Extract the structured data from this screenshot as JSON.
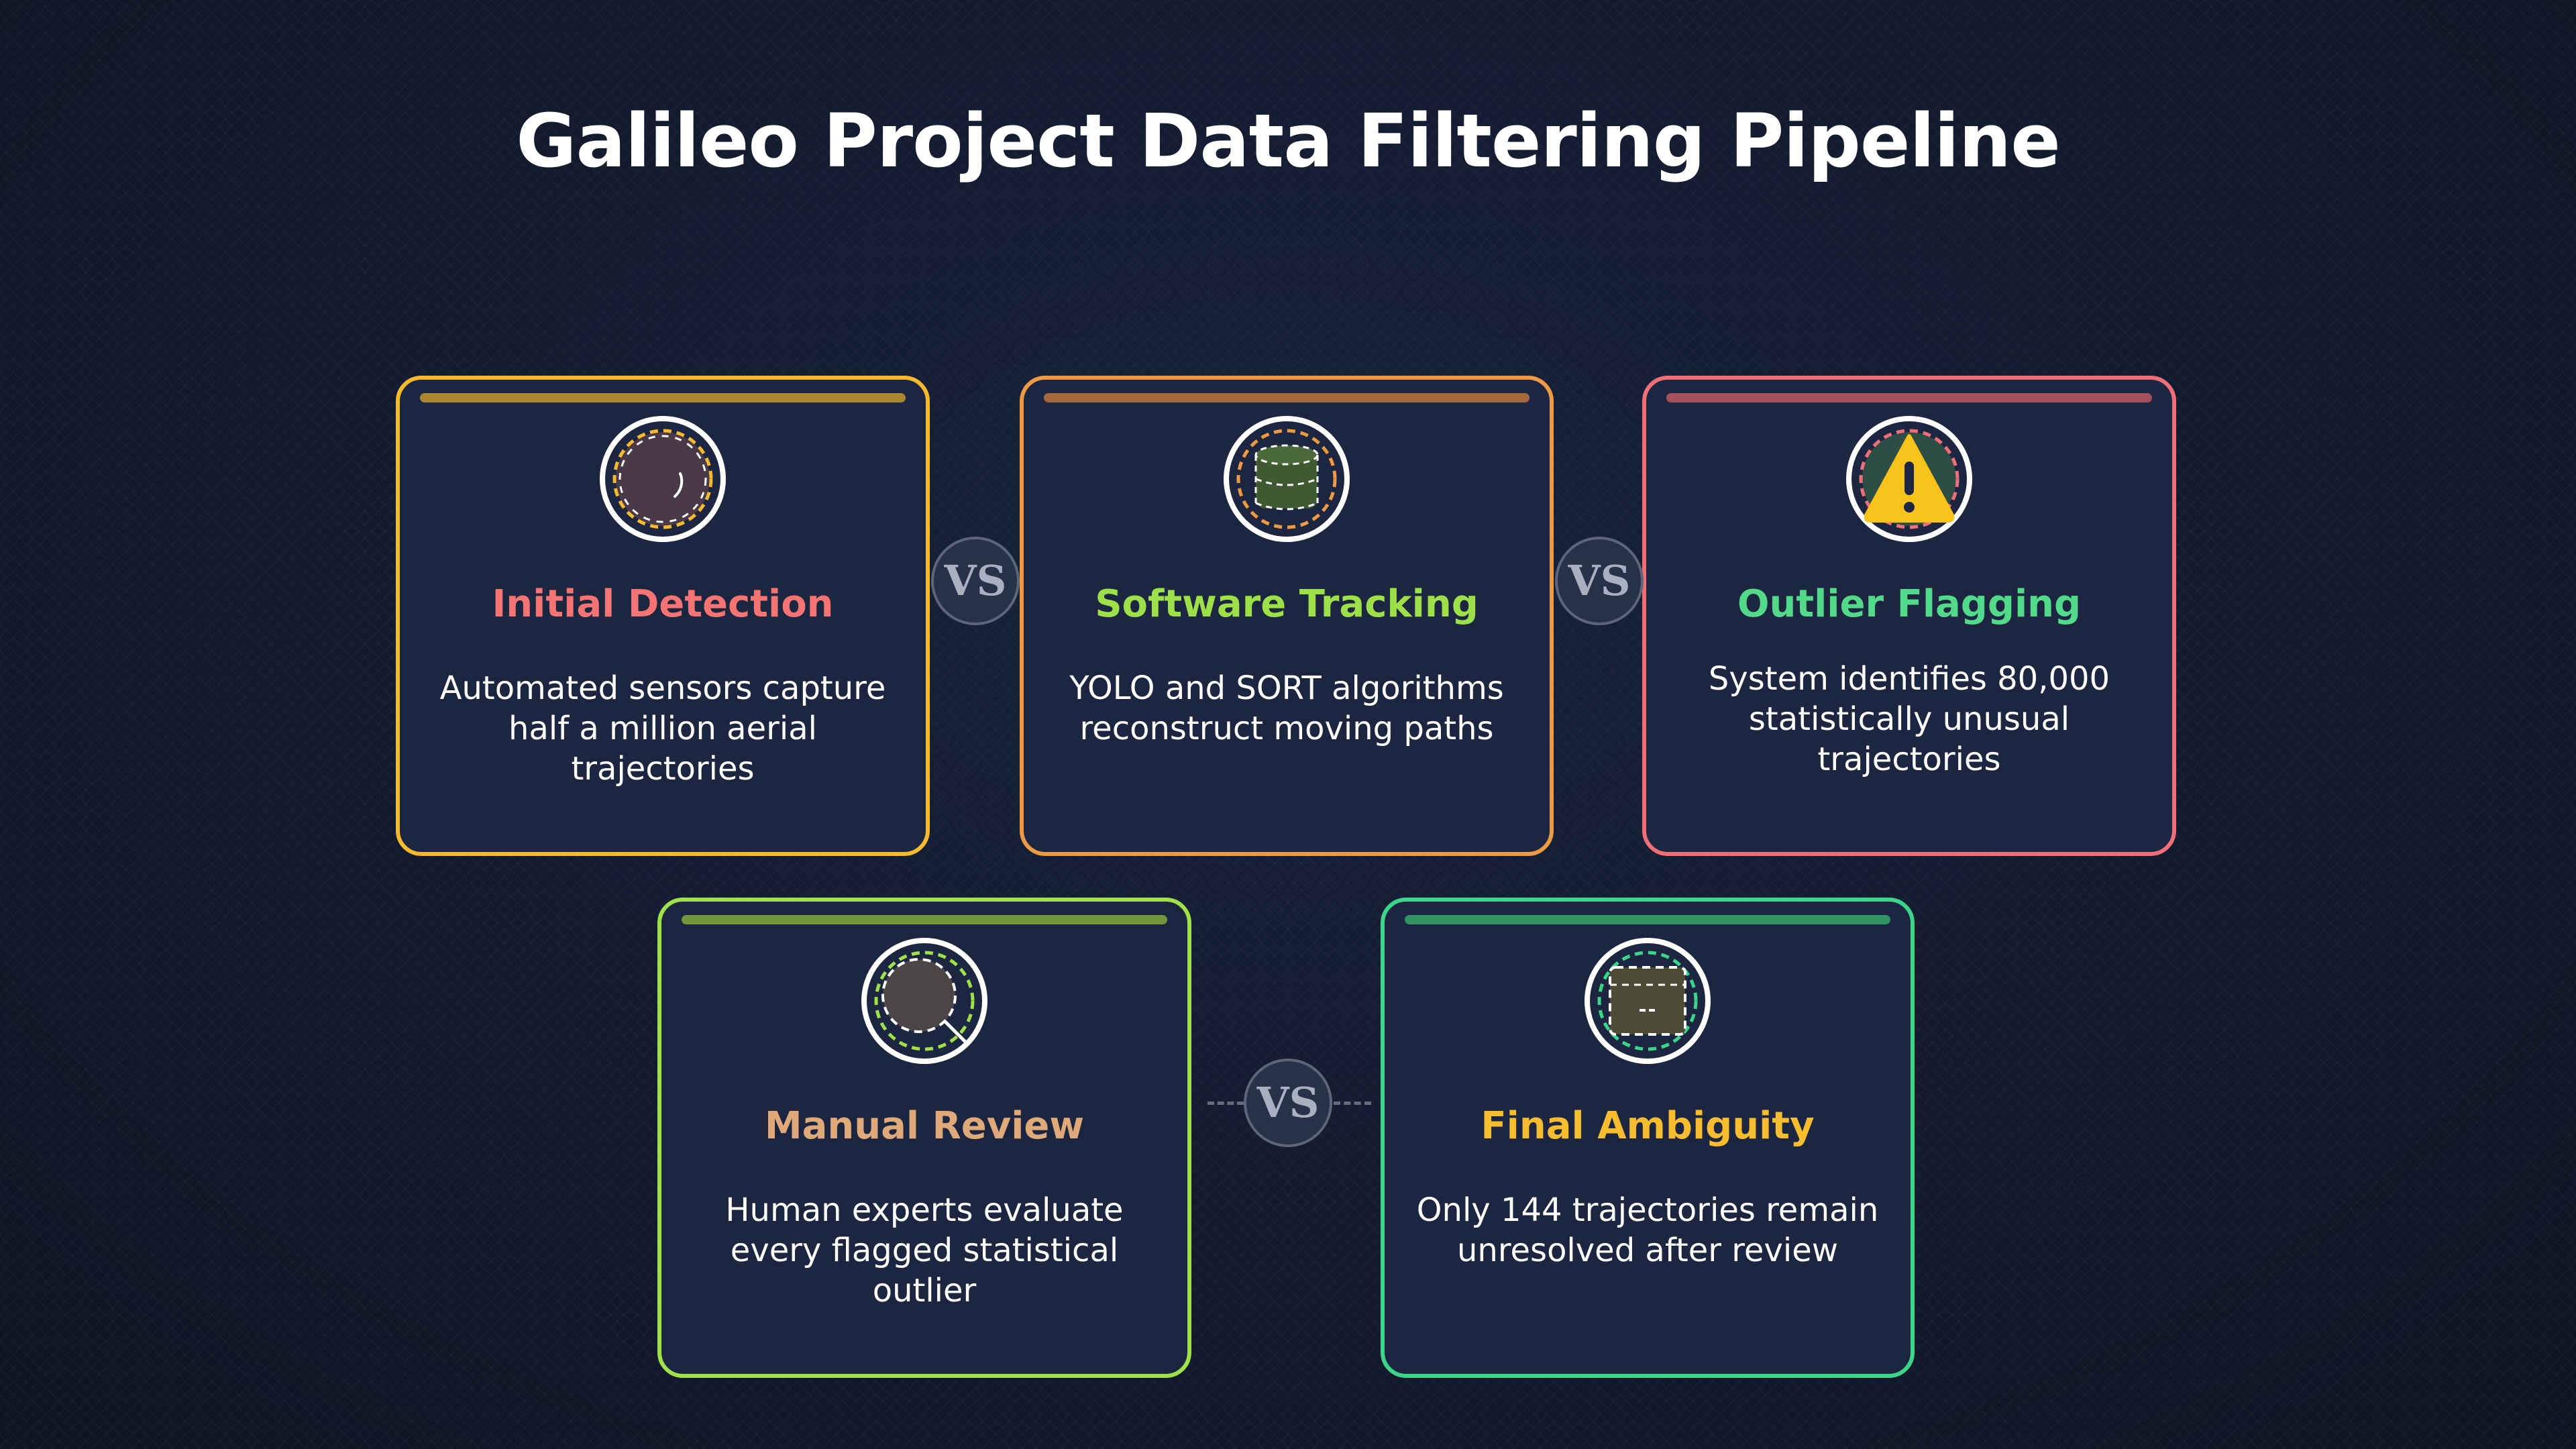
{
  "title": "Galileo Project Data Filtering Pipeline",
  "stages": [
    {
      "title": "Initial Detection",
      "description": "Automated sensors capture half a million aerial trajectories",
      "icon": "radar-circle-icon",
      "border_color": "#f5b92e",
      "bar_color": "#a8872f",
      "title_color": "#f47373"
    },
    {
      "title": "Software Tracking",
      "description": "YOLO and SORT algorithms reconstruct moving paths",
      "icon": "database-icon",
      "border_color": "#ee9a45",
      "bar_color": "#a46a3e",
      "title_color": "#9ee04a"
    },
    {
      "title": "Outlier Flagging",
      "description": "System identifies 80,000 statistically unusual trajectories",
      "icon": "warning-icon",
      "border_color": "#ef6f79",
      "bar_color": "#a5505a",
      "title_color": "#53d98a"
    },
    {
      "title": "Manual Review",
      "description": "Human experts evaluate every flagged statistical outlier",
      "icon": "magnifier-icon",
      "border_color": "#9fe04b",
      "bar_color": "#74963d",
      "title_color": "#e0a97a"
    },
    {
      "title": "Final Ambiguity",
      "description": "Only 144 trajectories remain unresolved after review",
      "icon": "window-icon",
      "border_color": "#3cd68b",
      "bar_color": "#2f9363",
      "title_color": "#f7bd30"
    }
  ],
  "connector_label": "VS"
}
